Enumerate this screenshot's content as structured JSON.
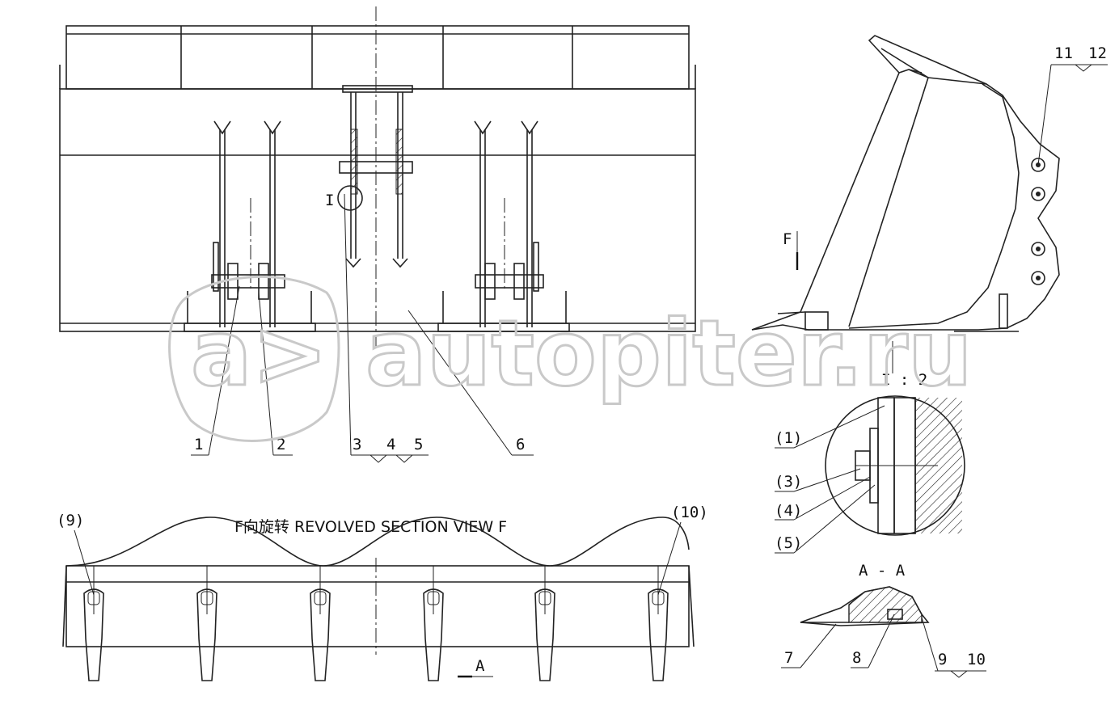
{
  "watermark": {
    "logo": "a>",
    "text": "autopiter.ru"
  },
  "front_view_labels": [
    "1",
    "2",
    "3",
    "4",
    "5",
    "6"
  ],
  "side_view_labels": [
    "11",
    "12"
  ],
  "view_marker": "F",
  "detail": {
    "marker": "I",
    "scale": "I : 2",
    "labels": [
      "(1)",
      "(3)",
      "(4)",
      "(5)"
    ]
  },
  "bottom_view": {
    "title": "F向旋转 REVOLVED SECTION VIEW F",
    "labels": [
      "(9)",
      "(10)"
    ],
    "section_marker": "A"
  },
  "section": {
    "title": "A - A",
    "labels": [
      "7",
      "8",
      "9",
      "10"
    ]
  }
}
